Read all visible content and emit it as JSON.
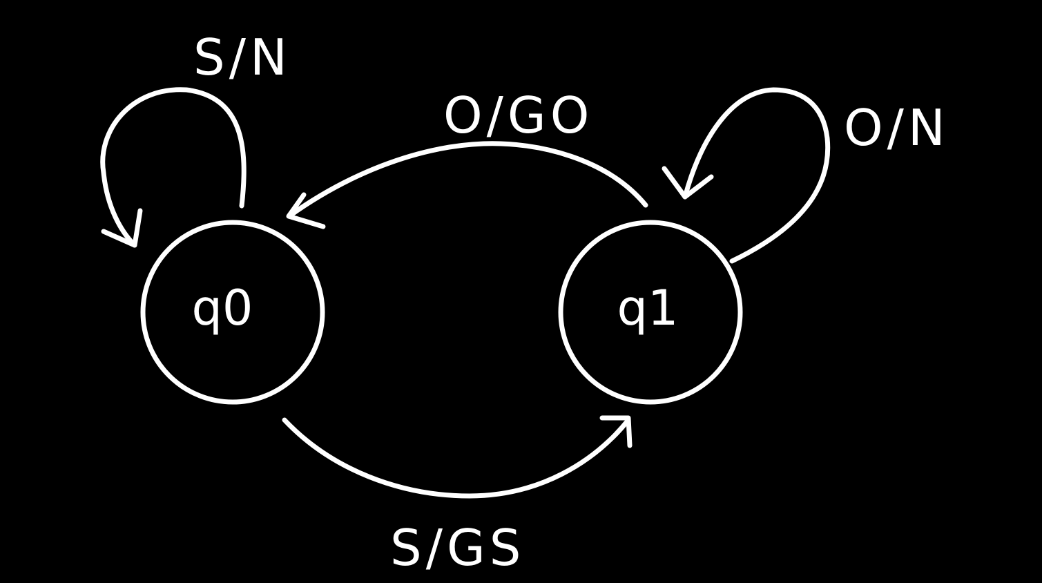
{
  "diagram": {
    "type": "state-machine",
    "background_color": "#000000",
    "ink_color": "#ffffff",
    "states": [
      {
        "id": "q0",
        "label": "q0"
      },
      {
        "id": "q1",
        "label": "q1"
      }
    ],
    "transitions": [
      {
        "id": "q0-self",
        "from": "q0",
        "to": "q0",
        "label": "S/N"
      },
      {
        "id": "q1-to-q0",
        "from": "q1",
        "to": "q0",
        "label": "O/GO"
      },
      {
        "id": "q1-self",
        "from": "q1",
        "to": "q1",
        "label": "O/N"
      },
      {
        "id": "q0-to-q1",
        "from": "q0",
        "to": "q1",
        "label": "S/GS"
      }
    ]
  }
}
